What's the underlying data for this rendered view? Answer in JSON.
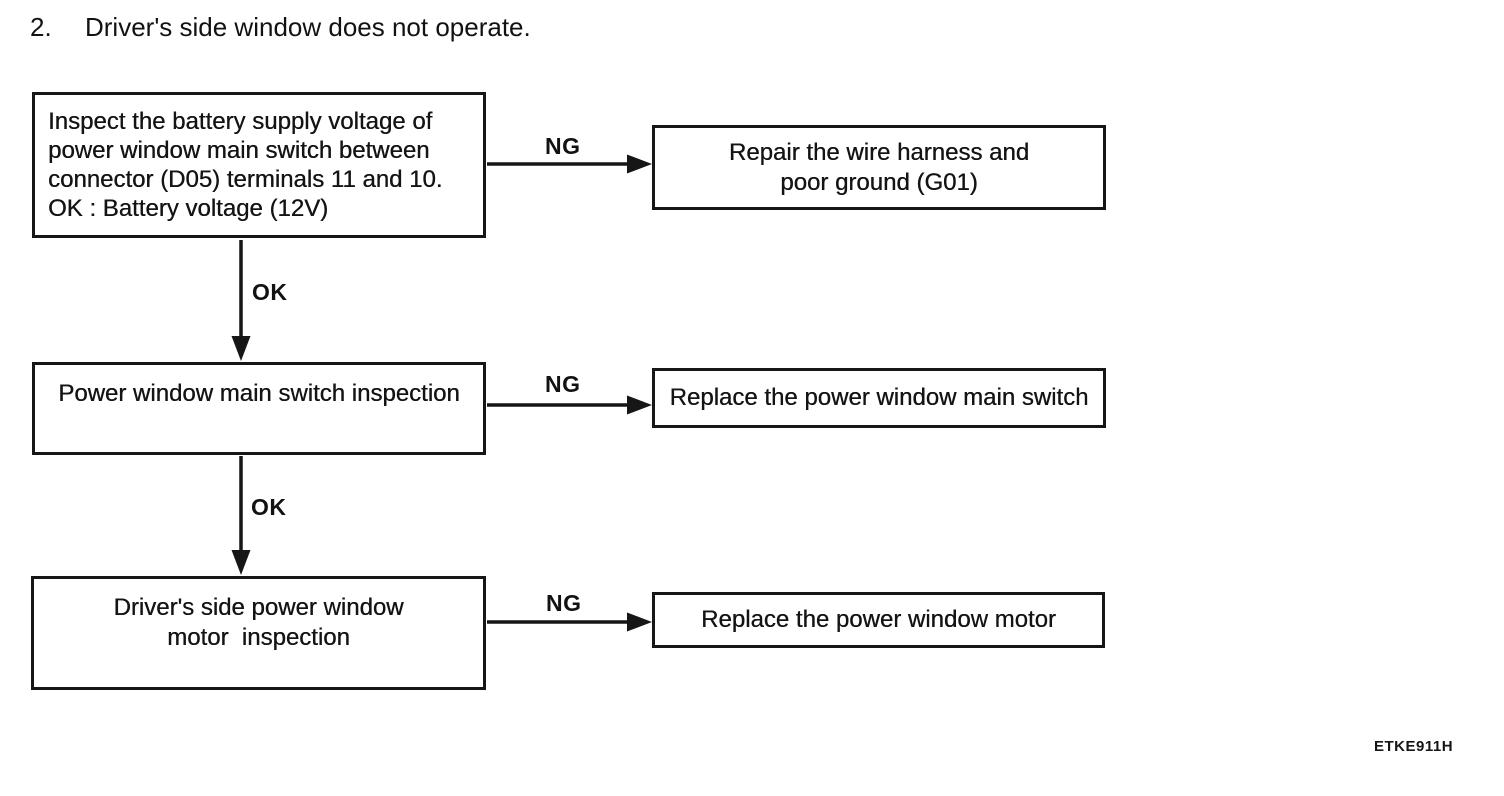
{
  "page": {
    "heading_number": "2.",
    "heading_text": "Driver's side window does not operate.",
    "figure_code": "ETKE911H"
  },
  "colors": {
    "ink": "#131313",
    "background": "#ffffff"
  },
  "flowchart": {
    "ng_label": "NG",
    "ok_label": "OK",
    "steps": [
      {
        "test_lines": [
          "Inspect the battery supply voltage of",
          "power window main switch between",
          "connector (D05) terminals 11 and 10.",
          "OK : Battery voltage (12V)"
        ],
        "result_lines": [
          "Repair the wire harness and",
          "poor ground (G01)"
        ]
      },
      {
        "test_lines": [
          "Power window main switch inspection"
        ],
        "result_lines": [
          "Replace the power window main switch"
        ]
      },
      {
        "test_lines": [
          "Driver's side power window",
          "motor  inspection"
        ],
        "result_lines": [
          "Replace the power window motor"
        ]
      }
    ]
  }
}
